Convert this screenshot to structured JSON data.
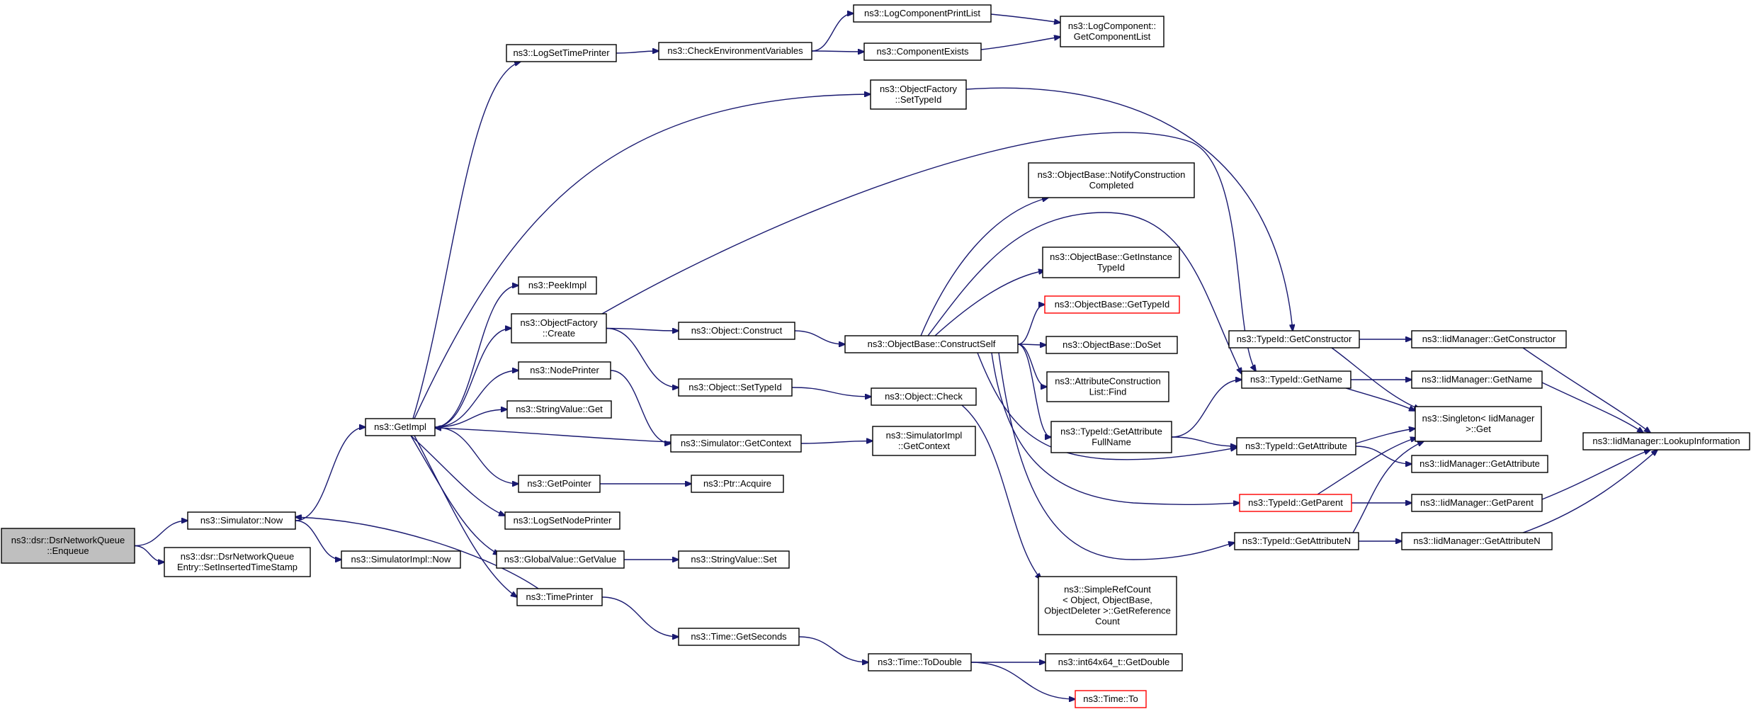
{
  "diagram": {
    "type": "call-graph",
    "colors": {
      "edge": "#191970",
      "node_border": "#000000",
      "truncated_border": "#ff0000",
      "root_fill": "#bfbfbf",
      "node_fill": "#ffffff"
    },
    "nodes": [
      {
        "id": "enqueue",
        "lines": [
          "ns3::dsr::DsrNetworkQueue",
          "::Enqueue"
        ],
        "style": "root"
      },
      {
        "id": "sim_now",
        "lines": [
          "ns3::Simulator::Now"
        ]
      },
      {
        "id": "set_ins",
        "lines": [
          "ns3::dsr::DsrNetworkQueue",
          "Entry::SetInsertedTimeStamp"
        ]
      },
      {
        "id": "getimpl",
        "lines": [
          "ns3::GetImpl"
        ]
      },
      {
        "id": "simimpl_now",
        "lines": [
          "ns3::SimulatorImpl::Now"
        ]
      },
      {
        "id": "logsettime",
        "lines": [
          "ns3::LogSetTimePrinter"
        ]
      },
      {
        "id": "peekimpl",
        "lines": [
          "ns3::PeekImpl"
        ]
      },
      {
        "id": "of_create",
        "lines": [
          "ns3::ObjectFactory",
          "::Create"
        ]
      },
      {
        "id": "nodeprinter",
        "lines": [
          "ns3::NodePrinter"
        ]
      },
      {
        "id": "sv_get",
        "lines": [
          "ns3::StringValue::Get"
        ]
      },
      {
        "id": "getpointer",
        "lines": [
          "ns3::GetPointer"
        ]
      },
      {
        "id": "logsetnode",
        "lines": [
          "ns3::LogSetNodePrinter"
        ]
      },
      {
        "id": "gv_getvalue",
        "lines": [
          "ns3::GlobalValue::GetValue"
        ]
      },
      {
        "id": "timeprinter",
        "lines": [
          "ns3::TimePrinter"
        ]
      },
      {
        "id": "checkenv",
        "lines": [
          "ns3::CheckEnvironmentVariables"
        ]
      },
      {
        "id": "obj_construct",
        "lines": [
          "ns3::Object::Construct"
        ]
      },
      {
        "id": "obj_settypeid",
        "lines": [
          "ns3::Object::SetTypeId"
        ]
      },
      {
        "id": "sim_getctx",
        "lines": [
          "ns3::Simulator::GetContext"
        ]
      },
      {
        "id": "ptr_acquire",
        "lines": [
          "ns3::Ptr::Acquire"
        ]
      },
      {
        "id": "sv_set",
        "lines": [
          "ns3::StringValue::Set"
        ]
      },
      {
        "id": "time_getsec",
        "lines": [
          "ns3::Time::GetSeconds"
        ]
      },
      {
        "id": "logcompprint",
        "lines": [
          "ns3::LogComponentPrintList"
        ]
      },
      {
        "id": "compexists",
        "lines": [
          "ns3::ComponentExists"
        ]
      },
      {
        "id": "of_settypeid",
        "lines": [
          "ns3::ObjectFactory",
          "::SetTypeId"
        ]
      },
      {
        "id": "ob_constructself",
        "lines": [
          "ns3::ObjectBase::ConstructSelf"
        ]
      },
      {
        "id": "obj_check",
        "lines": [
          "ns3::Object::Check"
        ]
      },
      {
        "id": "simimpl_getctx",
        "lines": [
          "ns3::SimulatorImpl",
          "::GetContext"
        ]
      },
      {
        "id": "time_todouble",
        "lines": [
          "ns3::Time::ToDouble"
        ]
      },
      {
        "id": "logcomp_getlist",
        "lines": [
          "ns3::LogComponent::",
          "GetComponentList"
        ]
      },
      {
        "id": "ob_notify",
        "lines": [
          "ns3::ObjectBase::NotifyConstruction",
          "Completed"
        ]
      },
      {
        "id": "ob_getinst",
        "lines": [
          "ns3::ObjectBase::GetInstance",
          "TypeId"
        ]
      },
      {
        "id": "ob_gettypeid",
        "lines": [
          "ns3::ObjectBase::GetTypeId"
        ],
        "style": "truncated"
      },
      {
        "id": "ob_doset",
        "lines": [
          "ns3::ObjectBase::DoSet"
        ]
      },
      {
        "id": "acl_find",
        "lines": [
          "ns3::AttributeConstruction",
          "List::Find"
        ]
      },
      {
        "id": "tid_getattrfull",
        "lines": [
          "ns3::TypeId::GetAttribute",
          "FullName"
        ]
      },
      {
        "id": "srefcount",
        "lines": [
          "ns3::SimpleRefCount",
          "< Object, ObjectBase,",
          "ObjectDeleter >::GetReference",
          "Count"
        ]
      },
      {
        "id": "i64_getdouble",
        "lines": [
          "ns3::int64x64_t::GetDouble"
        ]
      },
      {
        "id": "time_to",
        "lines": [
          "ns3::Time::To"
        ],
        "style": "truncated"
      },
      {
        "id": "tid_getctor",
        "lines": [
          "ns3::TypeId::GetConstructor"
        ]
      },
      {
        "id": "tid_getname",
        "lines": [
          "ns3::TypeId::GetName"
        ]
      },
      {
        "id": "tid_getattr",
        "lines": [
          "ns3::TypeId::GetAttribute"
        ]
      },
      {
        "id": "tid_getparent",
        "lines": [
          "ns3::TypeId::GetParent"
        ],
        "style": "truncated"
      },
      {
        "id": "tid_getattrn",
        "lines": [
          "ns3::TypeId::GetAttributeN"
        ]
      },
      {
        "id": "iid_getctor",
        "lines": [
          "ns3::IidManager::GetConstructor"
        ]
      },
      {
        "id": "iid_getname",
        "lines": [
          "ns3::IidManager::GetName"
        ]
      },
      {
        "id": "singleton_get",
        "lines": [
          "ns3::Singleton< IidManager",
          ">::Get"
        ]
      },
      {
        "id": "iid_getattr",
        "lines": [
          "ns3::IidManager::GetAttribute"
        ]
      },
      {
        "id": "iid_getparent",
        "lines": [
          "ns3::IidManager::GetParent"
        ]
      },
      {
        "id": "iid_getattrn",
        "lines": [
          "ns3::IidManager::GetAttributeN"
        ]
      },
      {
        "id": "iid_lookup",
        "lines": [
          "ns3::IidManager::LookupInformation"
        ]
      }
    ],
    "edges": [
      [
        "enqueue",
        "sim_now"
      ],
      [
        "enqueue",
        "set_ins"
      ],
      [
        "sim_now",
        "getimpl"
      ],
      [
        "sim_now",
        "simimpl_now"
      ],
      [
        "getimpl",
        "logsettime"
      ],
      [
        "getimpl",
        "peekimpl"
      ],
      [
        "getimpl",
        "of_create"
      ],
      [
        "getimpl",
        "nodeprinter"
      ],
      [
        "getimpl",
        "sv_get"
      ],
      [
        "getimpl",
        "getpointer"
      ],
      [
        "getimpl",
        "logsetnode"
      ],
      [
        "getimpl",
        "gv_getvalue"
      ],
      [
        "getimpl",
        "timeprinter"
      ],
      [
        "logsettime",
        "checkenv"
      ],
      [
        "checkenv",
        "logcompprint"
      ],
      [
        "checkenv",
        "compexists"
      ],
      [
        "logcompprint",
        "logcomp_getlist"
      ],
      [
        "compexists",
        "logcomp_getlist"
      ],
      [
        "of_create",
        "obj_construct"
      ],
      [
        "of_create",
        "obj_settypeid"
      ],
      [
        "of_create",
        "tid_getname"
      ],
      [
        "nodeprinter",
        "sim_getctx"
      ],
      [
        "sim_getctx",
        "getimpl"
      ],
      [
        "sim_getctx",
        "simimpl_getctx"
      ],
      [
        "getpointer",
        "ptr_acquire"
      ],
      [
        "gv_getvalue",
        "sv_set"
      ],
      [
        "timeprinter",
        "sim_now"
      ],
      [
        "timeprinter",
        "time_getsec"
      ],
      [
        "time_getsec",
        "time_todouble"
      ],
      [
        "time_todouble",
        "i64_getdouble"
      ],
      [
        "time_todouble",
        "time_to"
      ],
      [
        "obj_construct",
        "ob_constructself"
      ],
      [
        "obj_settypeid",
        "obj_check"
      ],
      [
        "obj_check",
        "srefcount"
      ],
      [
        "ob_constructself",
        "ob_notify"
      ],
      [
        "ob_constructself",
        "ob_getinst"
      ],
      [
        "ob_constructself",
        "ob_gettypeid"
      ],
      [
        "ob_constructself",
        "ob_doset"
      ],
      [
        "ob_constructself",
        "acl_find"
      ],
      [
        "ob_constructself",
        "tid_getattrfull"
      ],
      [
        "ob_constructself",
        "tid_getname"
      ],
      [
        "ob_constructself",
        "tid_getattr"
      ],
      [
        "ob_constructself",
        "tid_getparent"
      ],
      [
        "ob_constructself",
        "tid_getattrn"
      ],
      [
        "of_settypeid",
        "tid_getctor"
      ],
      [
        "tid_getattrfull",
        "tid_getname"
      ],
      [
        "tid_getattrfull",
        "tid_getattr"
      ],
      [
        "tid_getctor",
        "iid_getctor"
      ],
      [
        "tid_getctor",
        "singleton_get"
      ],
      [
        "tid_getname",
        "iid_getname"
      ],
      [
        "tid_getname",
        "singleton_get"
      ],
      [
        "tid_getattr",
        "singleton_get"
      ],
      [
        "tid_getattr",
        "iid_getattr"
      ],
      [
        "tid_getparent",
        "singleton_get"
      ],
      [
        "tid_getparent",
        "iid_getparent"
      ],
      [
        "tid_getattrn",
        "singleton_get"
      ],
      [
        "tid_getattrn",
        "iid_getattrn"
      ],
      [
        "iid_getctor",
        "iid_lookup"
      ],
      [
        "iid_getname",
        "iid_lookup"
      ],
      [
        "iid_getparent",
        "iid_lookup"
      ],
      [
        "iid_getattrn",
        "iid_lookup"
      ],
      [
        "getimpl",
        "of_settypeid"
      ]
    ]
  }
}
